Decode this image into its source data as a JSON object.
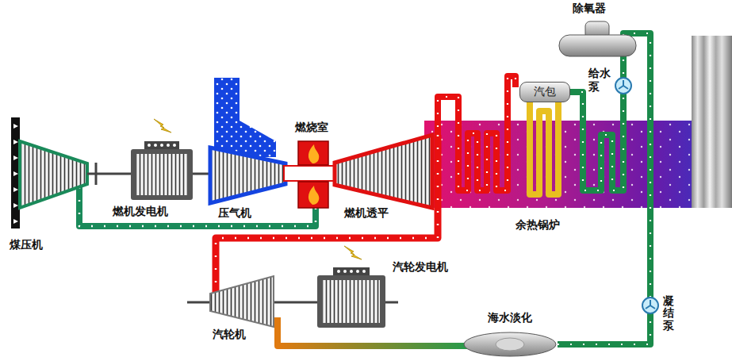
{
  "diagram": {
    "nodes": [
      {
        "text": [
          "汽包"
        ]
      },
      {
        "text": [
          "海水淡化"
        ]
      }
    ],
    "edges": [
      {
        "from": 1,
        "to": 0,
        "arrow": "none"
      }
    ],
    "labels": [
      "除氧器",
      "给水泵",
      "燃烧室",
      "煤压机",
      "燃机发电机",
      "压气机",
      "燃机透平",
      "余热锅炉",
      "汽轮发电机",
      "汽轮机",
      "凝结泵"
    ]
  }
}
